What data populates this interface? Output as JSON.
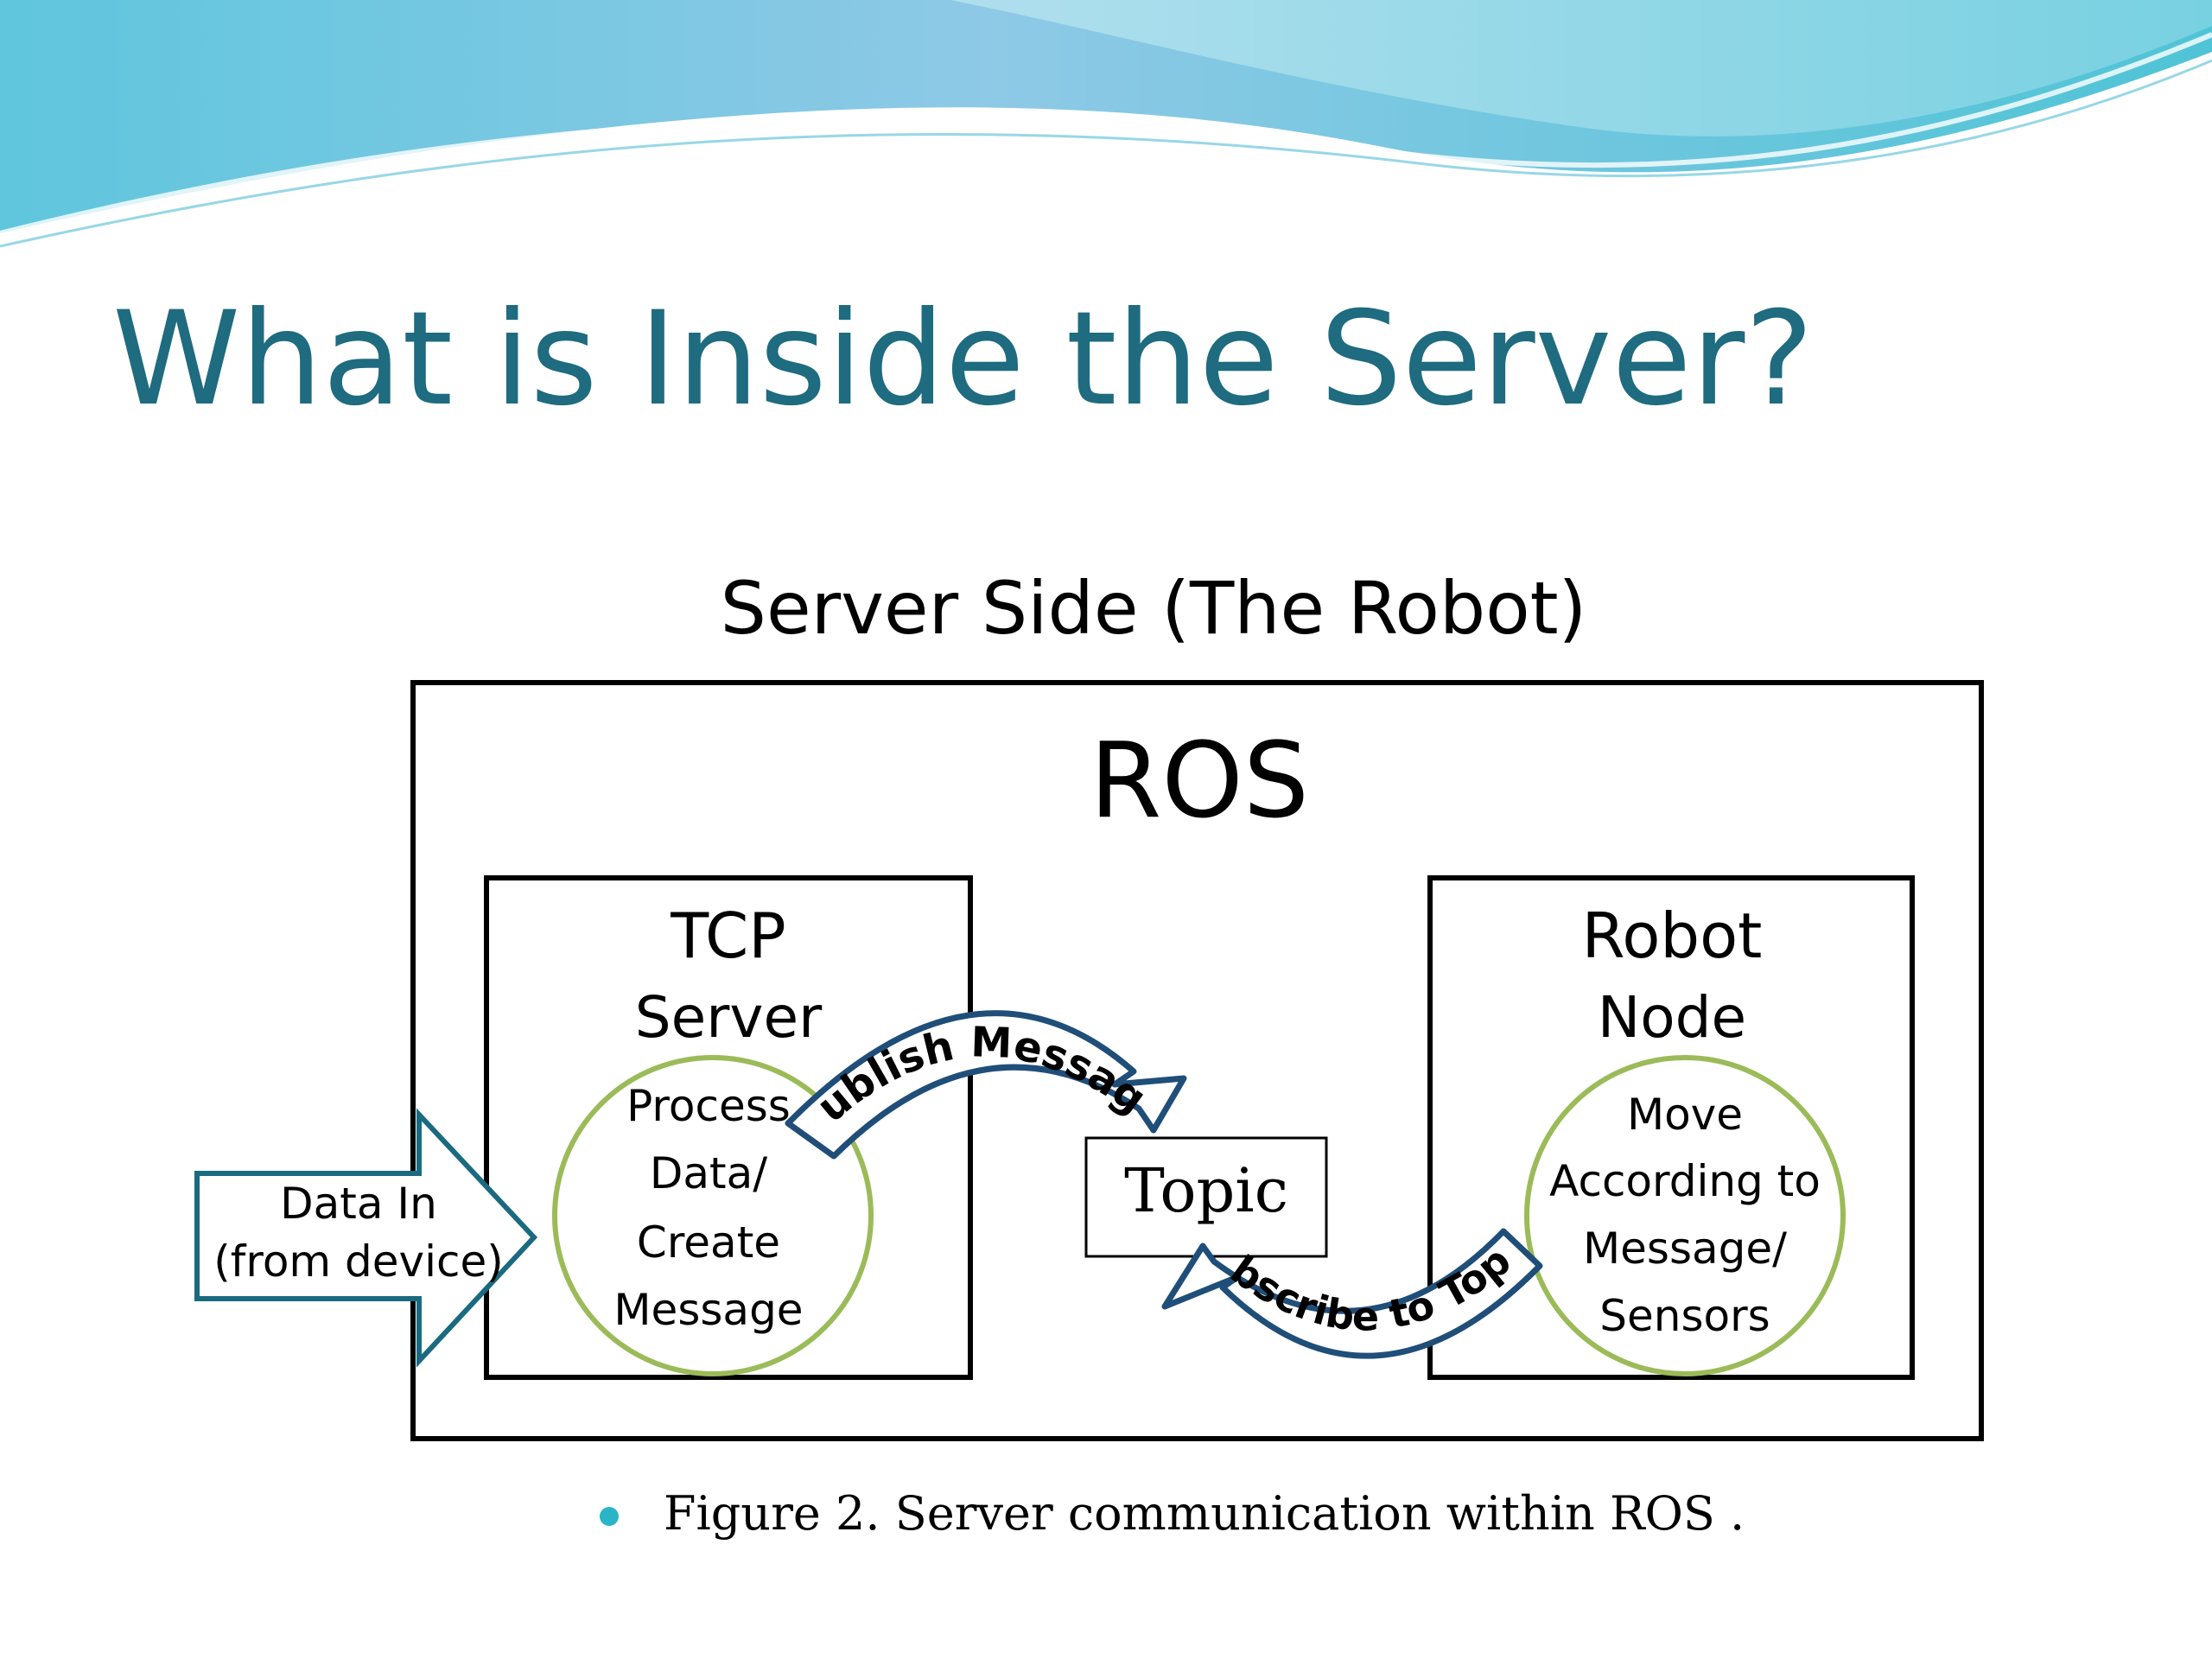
{
  "slide": {
    "title": "What is Inside the Server?",
    "subtitle": "Server Side (The Robot)",
    "caption": "Figure 2. Server communication within ROS ."
  },
  "diagram": {
    "ros_label": "ROS",
    "tcp_server": {
      "title_line1": "TCP",
      "title_line2": "Server",
      "process_lines": [
        "Process",
        "Data/",
        "Create",
        "Message"
      ]
    },
    "robot_node": {
      "title_line1": "Robot",
      "title_line2": "Node",
      "move_lines": [
        "Move",
        "According to",
        "Message/",
        "Sensors"
      ]
    },
    "topic_label": "Topic",
    "publish_label": "Publish Message",
    "subscribe_label": "Subscribe to Topic",
    "data_in_lines": [
      "Data In",
      "(from device)"
    ]
  },
  "colors": {
    "title": "#1f6b80",
    "circle_stroke": "#9bbb59",
    "arrow_stroke": "#1f4e79",
    "data_arrow_stroke": "#1a6a80",
    "bullet": "#2ab4c8"
  }
}
